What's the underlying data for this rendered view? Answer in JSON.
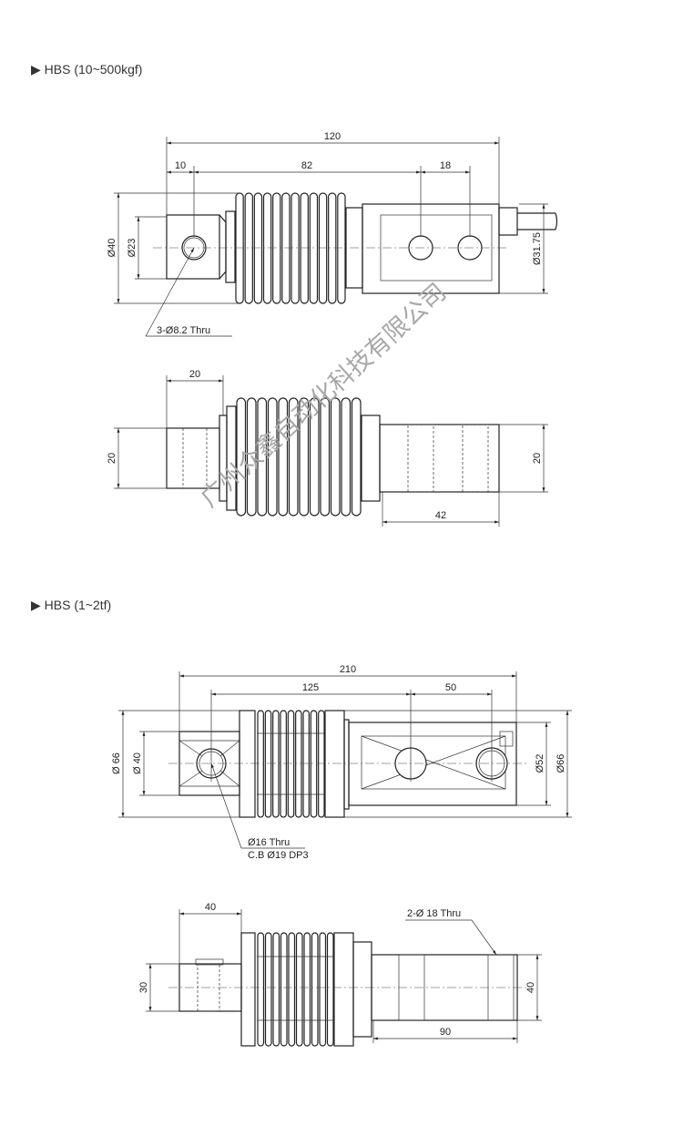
{
  "sections": [
    {
      "title": "▶ HBS (10~500kgf)",
      "top_view": {
        "overall": "120",
        "d1": "10",
        "d2": "82",
        "d3": "18",
        "dia_outer": "Ø40",
        "dia_eye": "Ø23",
        "dia_body": "Ø31.75",
        "hole_note": "3-Ø8.2 Thru"
      },
      "side_view": {
        "eye_len": "20",
        "eye_h": "20",
        "body_h": "20",
        "body_len": "42"
      }
    },
    {
      "title": "▶ HBS (1~2tf)",
      "top_view": {
        "overall": "210",
        "d1": "125",
        "d2": "50",
        "dia_left_outer": "Ø 66",
        "dia_left_eye": "Ø 40",
        "dia_body": "Ø52",
        "dia_right_outer": "Ø66",
        "hole_note_1": "Ø16 Thru",
        "hole_note_2": "C.B Ø19 DP3"
      },
      "side_view": {
        "eye_len": "40",
        "eye_h": "30",
        "body_h": "40",
        "body_len": "90",
        "hole_note": "2-Ø 18 Thru"
      }
    }
  ],
  "watermark": "广州众鑫自动化科技有限公司"
}
